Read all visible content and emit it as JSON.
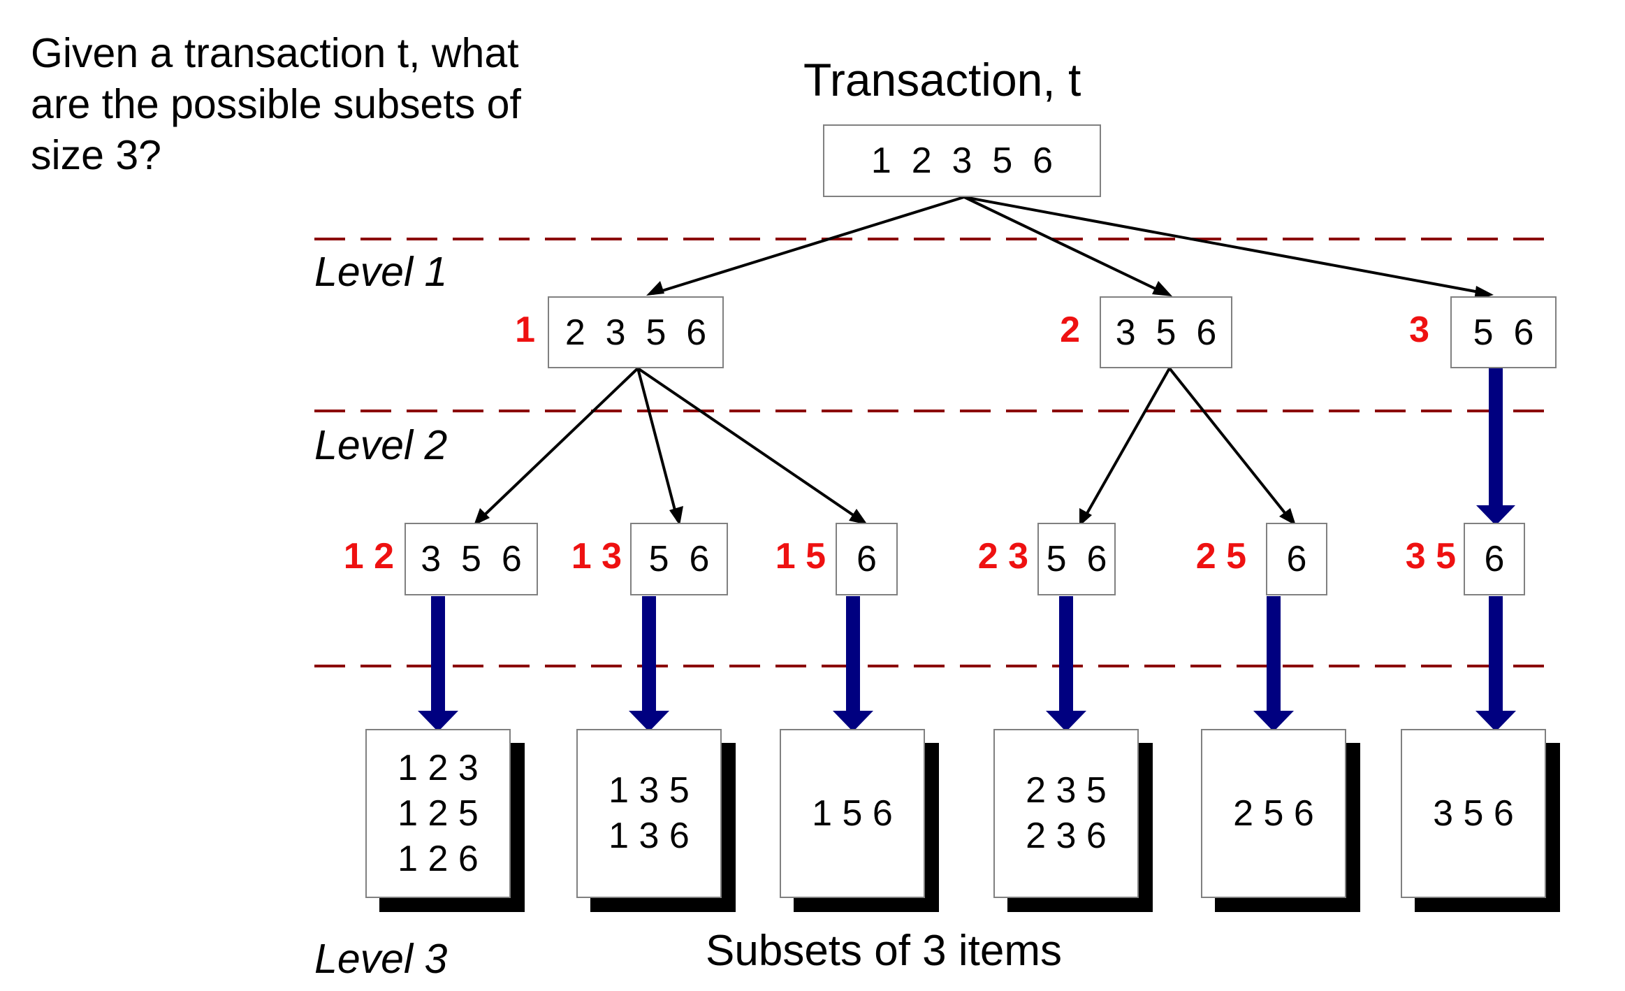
{
  "question": "Given a transaction t, what\nare the possible subsets of\nsize 3?",
  "title": "Transaction, t",
  "root": "1  2  3  5  6",
  "levels": {
    "level1": "Level 1",
    "level2": "Level 2",
    "level3": "Level 3"
  },
  "caption": "Subsets of 3 items",
  "level1_nodes": [
    {
      "prefix": "1",
      "items": "2  3  5  6"
    },
    {
      "prefix": "2",
      "items": "3  5  6"
    },
    {
      "prefix": "3",
      "items": "5  6"
    }
  ],
  "level2_nodes": [
    {
      "prefix": "1 2",
      "items": "3  5  6"
    },
    {
      "prefix": "1 3",
      "items": "5  6"
    },
    {
      "prefix": "1 5",
      "items": "6"
    },
    {
      "prefix": "2 3",
      "items": "5  6"
    },
    {
      "prefix": "2 5",
      "items": "6"
    },
    {
      "prefix": "3 5",
      "items": "6"
    }
  ],
  "leaves": [
    "1 2 3\n1 2 5\n1 2 6",
    "1 3 5\n1 3 6",
    "1 5 6",
    "2 3 5\n2 3 6",
    "2 5 6",
    "3 5 6"
  ],
  "colors": {
    "prefix": "#ee1111",
    "dashed_line": "#8b0000",
    "thick_arrow": "#000080",
    "thin_arrow": "#000000",
    "box_border": "#808080"
  }
}
